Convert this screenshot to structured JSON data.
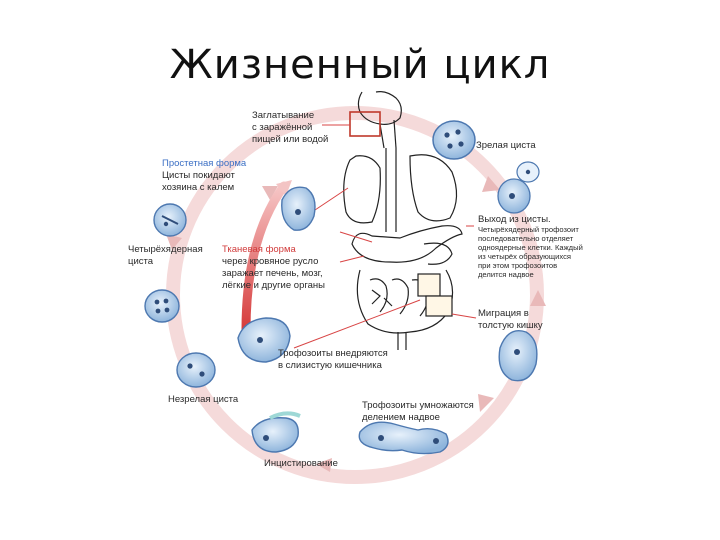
{
  "title": "Жизненный цикл",
  "labels": {
    "ingestion": [
      "Заглатывание",
      "с заражённой",
      "пищей или водой"
    ],
    "mature_cyst": "Зрелая циста",
    "excystation": {
      "heading": "Выход из цисты.",
      "lines": [
        "Четырёхядерный трофозоит",
        "последовательно отделяет",
        "одноядерные клетки. Каждый",
        "из четырёх образующихся",
        "при этом трофозоитов",
        "делится надвое"
      ]
    },
    "migration": [
      "Миграция в",
      "толстую кишку"
    ],
    "multiply": [
      "Трофозоиты умножаются",
      "делением надвое"
    ],
    "encystation": "Инцистирование",
    "immature_cyst": "Незрелая циста",
    "four_nucleus": [
      "Четырёхядерная",
      "циста"
    ],
    "precyst": {
      "heading": "Простетная форма",
      "lines": [
        "Цисты покидают",
        "хозяина с калем"
      ]
    },
    "tissue": {
      "heading": "Тканевая форма",
      "lines": [
        "через кровяное русло",
        "заражает печень, мозг,",
        "лёгкие и другие органы"
      ]
    },
    "invade": [
      "Трофозоиты внедряются",
      "в слизистую кишечника"
    ]
  },
  "colors": {
    "cycle": "#f3d6d6",
    "cycle_arrow": "#e4b0b0",
    "tissue_arrow": "#d84545",
    "cell_fill": "#b7d3ee",
    "cell_stroke": "#4d78b0",
    "nucleus": "#2f4d7a",
    "box": "#c0392b",
    "precyst": "#3b6fc4"
  }
}
